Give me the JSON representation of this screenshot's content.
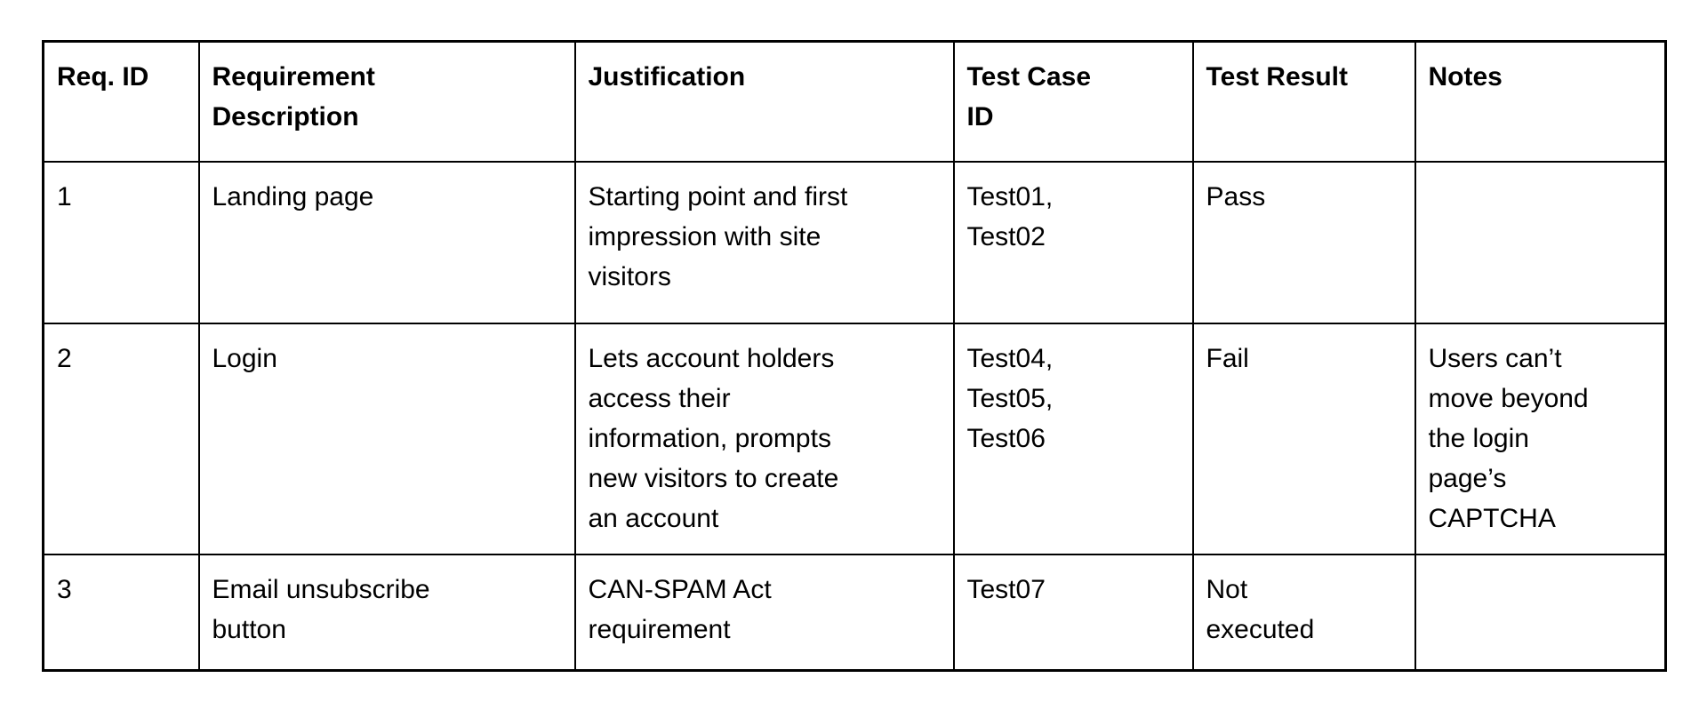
{
  "page": {
    "background_color": "#ffffff",
    "border_color": "#000000",
    "text_color": "#000000"
  },
  "table": {
    "headers": [
      "Req. ID",
      "Requirement\nDescription",
      "Justification",
      "Test Case\nID",
      "Test Result",
      "Notes"
    ],
    "rows": [
      [
        "1",
        "Landing page",
        "Starting point and first\nimpression with site\nvisitors",
        "Test01,\nTest02",
        "Pass",
        ""
      ],
      [
        "2",
        "Login",
        "Lets account holders\naccess their\ninformation, prompts\nnew visitors to create\nan account",
        "Test04,\nTest05,\nTest06",
        "Fail",
        "Users can’t\nmove beyond\nthe login\npage’s\nCAPTCHA"
      ],
      [
        "3",
        "Email unsubscribe\nbutton",
        "CAN-SPAM Act\nrequirement",
        "Test07",
        "Not\nexecuted",
        ""
      ]
    ]
  }
}
